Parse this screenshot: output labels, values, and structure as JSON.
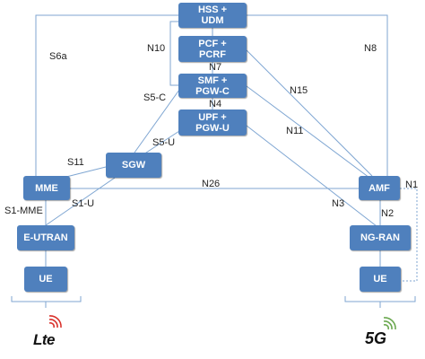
{
  "nodes": {
    "hss": [
      "HSS +",
      "UDM"
    ],
    "pcf": [
      "PCF +",
      "PCRF"
    ],
    "smf": [
      "SMF +",
      "PGW-C"
    ],
    "upf": [
      "UPF +",
      "PGW-U"
    ],
    "sgw": "SGW",
    "mme": "MME",
    "eutran": "E-UTRAN",
    "ue_lte": "UE",
    "amf": "AMF",
    "ngran": "NG-RAN",
    "ue_5g": "UE"
  },
  "interfaces": {
    "s6a": "S6a",
    "n10": "N10",
    "n7": "N7",
    "n4": "N4",
    "s5c": "S5-C",
    "s5u": "S5-U",
    "s11": "S11",
    "s1mme": "S1-MME",
    "s1u": "S1-U",
    "n26": "N26",
    "n8": "N8",
    "n15": "N15",
    "n11": "N11",
    "n3": "N3",
    "n2": "N2",
    "n1": "N1"
  },
  "logos": {
    "lte": "Lte",
    "fiveg": "5G"
  },
  "colors": {
    "node_fill": "#4f80bd",
    "line": "#7fa6d2",
    "logo_accent": "#d9312b",
    "fiveg_accent": "#6aa84f"
  }
}
